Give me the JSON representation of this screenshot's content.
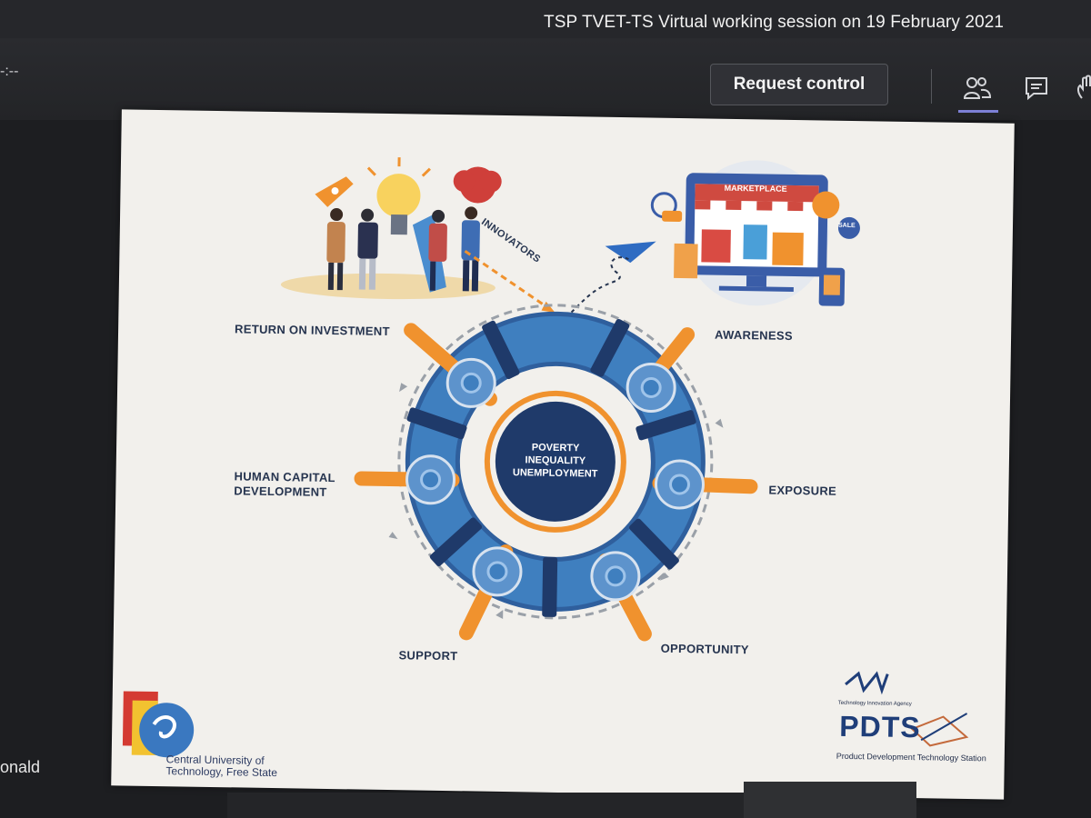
{
  "meeting": {
    "title": "TSP TVET-TS Virtual working session on 19 February 2021",
    "timer": "-:--",
    "request_control_label": "Request control"
  },
  "toolbar_icons": [
    "people-icon",
    "chat-icon",
    "raise-hand-icon"
  ],
  "participant_name_fragment": "onald",
  "slide": {
    "center_text": "POVERTY\nINEQUALITY\nUNEMPLOYMENT",
    "arrow_label": "INNOVATORS",
    "marketplace_label": "MARKETPLACE",
    "sale_label": "SALE",
    "stages": {
      "return_on_investment": "RETURN ON INVESTMENT",
      "awareness": "AWARENESS",
      "exposure": "EXPOSURE",
      "opportunity": "OPPORTUNITY",
      "support": "SUPPORT",
      "human_capital": "HUMAN CAPITAL\nDEVELOPMENT"
    },
    "logos": {
      "cut": "Central University of\nTechnology, Free State",
      "tia": "Technology Innovation Agency",
      "pdts": "PDTS",
      "pdts_full": "Product Development Technology Station"
    }
  },
  "colors": {
    "ring_blue": "#3f7fbf",
    "navy": "#1f3a6a",
    "orange": "#f0922e",
    "slide_bg": "#f2f0ec"
  }
}
